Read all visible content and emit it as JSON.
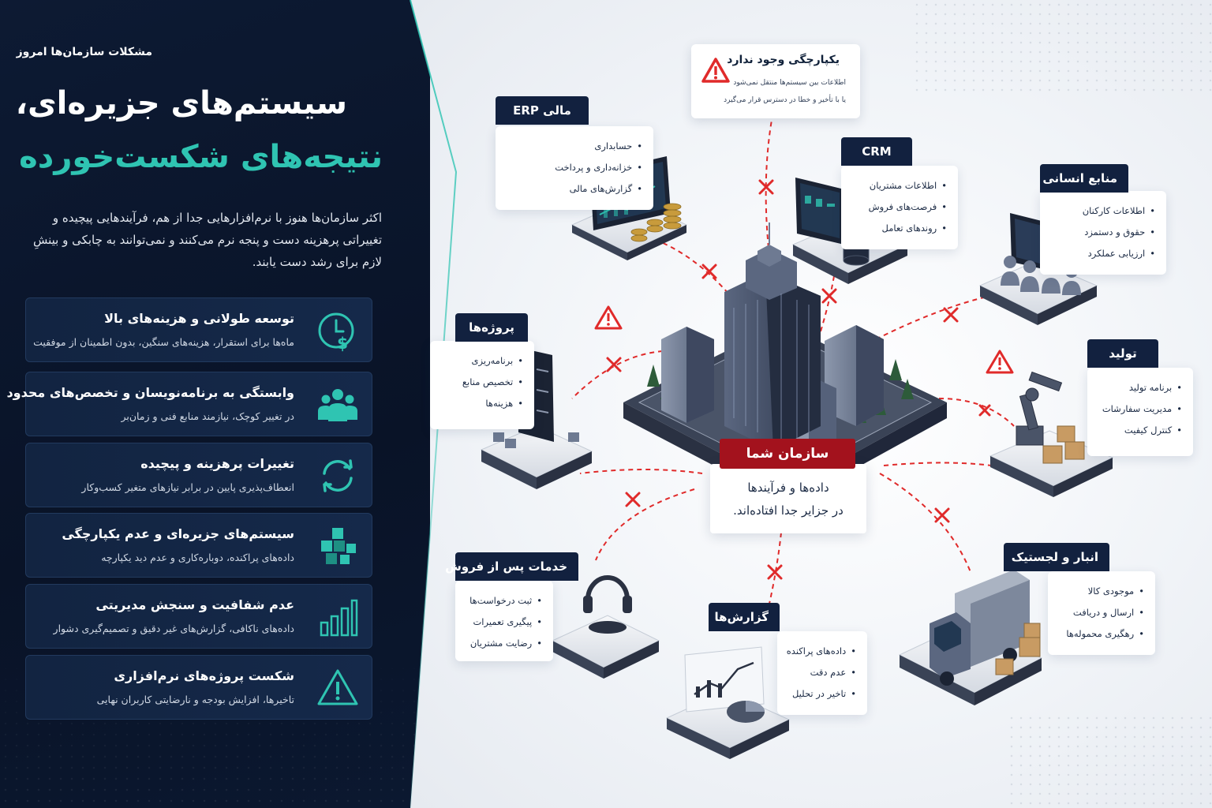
{
  "left_panel": {
    "eyebrow": "مشکلات سازمان‌ها امروز",
    "title_line1": "سیستم‌های جزیره‌ای،",
    "title_line2": "نتیجه‌های شکست‌خورده",
    "intro": "اکثر سازمان‌ها هنوز با نرم‌افزارهایی جدا از هم، فرآیندهایی پیچیده و تغییراتی پرهزینه دست و پنجه نرم می‌کنند و نمی‌توانند به چابکی و بینشِ لازم برای رشد دست یابند.",
    "problems": [
      {
        "title": "توسعه طولانی و هزینه‌های بالا",
        "desc": "ماه‌ها برای استقرار، هزینه‌های سنگین، بدون اطمینان از موفقیت",
        "icon": "clock-dollar-icon"
      },
      {
        "title": "وابستگی به برنامه‌نویسان و تخصص‌های محدود",
        "desc": "در تغییر کوچک، نیازمند منابع فنی و زمان‌بر",
        "icon": "team-icon"
      },
      {
        "title": "تغییرات پرهزینه و پیچیده",
        "desc": "انعطاف‌پذیری پایین در برابر نیازهای متغیر کسب‌وکار",
        "icon": "refresh-icon"
      },
      {
        "title": "سیستم‌های جزیره‌ای و عدم یکپارچگی",
        "desc": "داده‌های پراکنده، دوباره‌کاری و عدم دید یکپارچه",
        "icon": "puzzle-icon"
      },
      {
        "title": "عدم شفافیت و سنجش مدیریتی",
        "desc": "داده‌های ناکافی، گزارش‌های غیر دقیق و تصمیم‌گیری دشوار",
        "icon": "bar-chart-icon"
      },
      {
        "title": "شکست پروژه‌های نرم‌افزاری",
        "desc": "تاخیرها، افزایش بودجه و نارضایتی کاربران نهایی",
        "icon": "warning-icon"
      }
    ]
  },
  "alert": {
    "title": "یکپارچگی وجود ندارد",
    "line1": "اطلاعات بین سیستم‌ها منتقل نمی‌شود",
    "line2": "یا با تأخیر و خطا در دسترس قرار می‌گیرد"
  },
  "center": {
    "label": "سازمان شما",
    "line1": "داده‌ها و فرآیندها",
    "line2": "در جزایر جدا افتاده‌اند."
  },
  "modules": {
    "erp": {
      "label": "مالی ERP",
      "items": [
        "حسابداری",
        "خزانه‌داری و پرداخت",
        "گزارش‌های مالی"
      ]
    },
    "crm": {
      "label": "CRM",
      "items": [
        "اطلاعات مشتریان",
        "فرصت‌های فروش",
        "روندهای تعامل"
      ]
    },
    "hr": {
      "label": "منابع انسانی",
      "items": [
        "اطلاعات کارکنان",
        "حقوق و دستمزد",
        "ارزیابی عملکرد"
      ]
    },
    "projects": {
      "label": "پروژه‌ها",
      "items": [
        "برنامه‌ریزی",
        "تخصیص منابع",
        "هزینه‌ها"
      ]
    },
    "production": {
      "label": "تولید",
      "items": [
        "برنامه تولید",
        "مدیریت سفارشات",
        "کنترل کیفیت"
      ]
    },
    "service": {
      "label": "خدمات پس از فروش",
      "items": [
        "ثبت درخواست‌ها",
        "پیگیری تعمیرات",
        "رضایت مشتریان"
      ]
    },
    "reports": {
      "label": "گزارش‌ها",
      "items": [
        "داده‌های پراکنده",
        "عدم دقت",
        "تاخیر در تحلیل"
      ]
    },
    "warehouse": {
      "label": "انبار و لجستیک",
      "items": [
        "موجودی کالا",
        "ارسال و دریافت",
        "رهگیری محموله‌ها"
      ]
    }
  },
  "colors": {
    "navy": "#0d1a33",
    "teal": "#2fc4b2",
    "red": "#a3121d",
    "alert_red": "#e02a2a"
  }
}
